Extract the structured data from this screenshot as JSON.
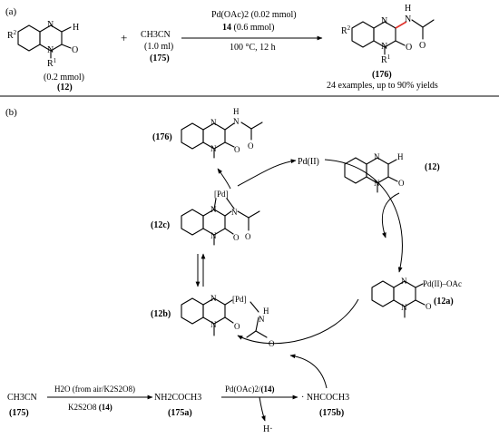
{
  "panel_a": {
    "label": "(a)",
    "plus": "+",
    "reactant1": {
      "r2": "R",
      "r2_sup": "2",
      "n1": "N",
      "n2": "N",
      "h": "H",
      "o": "O",
      "r1": "R",
      "r1_sup": "1",
      "amount": "(0.2 mmol)",
      "id": "(12)"
    },
    "reactant2": {
      "formula": "CH3CN",
      "amount": "(1.0 ml)",
      "id": "(175)"
    },
    "conditions": {
      "catalyst": "Pd(OAc)2 (0.02 mmol)",
      "oxidant_id": "14",
      "oxidant_amount": "(0.6 mmol)",
      "temp_time": "100 °C, 12 h"
    },
    "product": {
      "r2": "R",
      "r2_sup": "2",
      "n1": "N",
      "n2": "N",
      "nh": "H",
      "nh_n": "N",
      "o1": "O",
      "o2": "O",
      "r1": "R",
      "r1_sup": "1",
      "id": "(176)",
      "note": "24 examples, up to 90% yields"
    }
  },
  "panel_b": {
    "label": "(b)",
    "pd2": "Pd(II)",
    "cpd176": {
      "label": "(176)",
      "n1": "N",
      "n2": "N",
      "hn": "H",
      "hn_n": "N",
      "o1": "O",
      "o2": "O"
    },
    "cpd12": {
      "label": "(12)",
      "n1": "N",
      "n2": "N",
      "h": "H",
      "o": "O"
    },
    "cpd12a": {
      "label": "(12a)",
      "n1": "N",
      "n2": "N",
      "pd": "Pd(II)–OAc",
      "o": "O"
    },
    "cpd12c": {
      "label": "(12c)",
      "pd": "[Pd]",
      "n1": "N",
      "n2": "N",
      "n3": "N",
      "o1": "O",
      "o2": "O"
    },
    "cpd12b": {
      "label": "(12b)",
      "pd": "[Pd]",
      "nh": "H",
      "nh_n": "N",
      "n1": "N",
      "n2": "N",
      "o1": "O",
      "o2": "O"
    },
    "bottom": {
      "ch3cn": "CH3CN",
      "ch3cn_id": "(175)",
      "step1_top": "H2O (from air/K2S2O8)",
      "step1_bottom": "K2S2O8",
      "step1_bottom_id": "(14)",
      "amide": "NH2COCH3",
      "amide_id": "(175a)",
      "step2_top": "Pd(OAc)2/",
      "step2_top_id": "(14)",
      "radical": "NHCOCH3",
      "radical_id": "(175b)",
      "h_radical": "H"
    }
  }
}
